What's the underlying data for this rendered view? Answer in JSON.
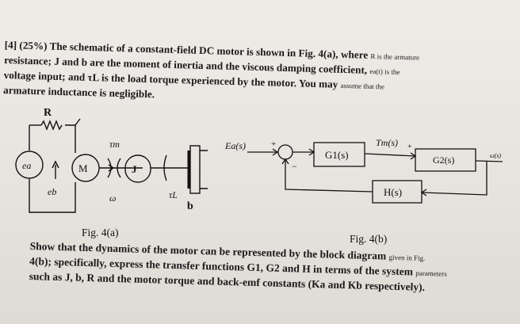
{
  "problem": {
    "line1": "[4] (25%) The schematic of a constant-field DC motor is shown in Fig. 4(a), where ",
    "line1_tail": "R is the armature",
    "line2": "resistance; J and b are the moment of inertia and the viscous damping coefficient, ",
    "line2_tail": "ea(t) is the",
    "line3": "voltage input; and τL is the load torque experienced by the motor. You may ",
    "line3_tail": "assume that the",
    "line4": "armature inductance is negligible."
  },
  "fig_a": {
    "resistor": "R",
    "source": "ea",
    "back_emf": "eb",
    "motor": "M",
    "torque": "τm",
    "speed": "ω",
    "inertia": "J",
    "load_torque": "τL",
    "damper": "b",
    "caption": "Fig. 4(a)"
  },
  "fig_b": {
    "input": "Ea(s)",
    "plus": "+",
    "minus": "−",
    "g1": "G1(s)",
    "tm": "Tm(s)",
    "plus2": "+",
    "g2": "G2(s)",
    "h": "H(s)",
    "output": "ω(s)",
    "caption": "Fig. 4(b)"
  },
  "bottom": {
    "line1": "Show that the dynamics of the motor can be represented by the block diagram ",
    "line1_tail": "given in Fig.",
    "line2": "4(b); specifically, express the transfer functions G1, G2 and H in terms of the system ",
    "line2_tail": "parameters",
    "line3": "such as J, b, R and the motor torque and back-emf constants (Ka and Kb respectively)."
  }
}
